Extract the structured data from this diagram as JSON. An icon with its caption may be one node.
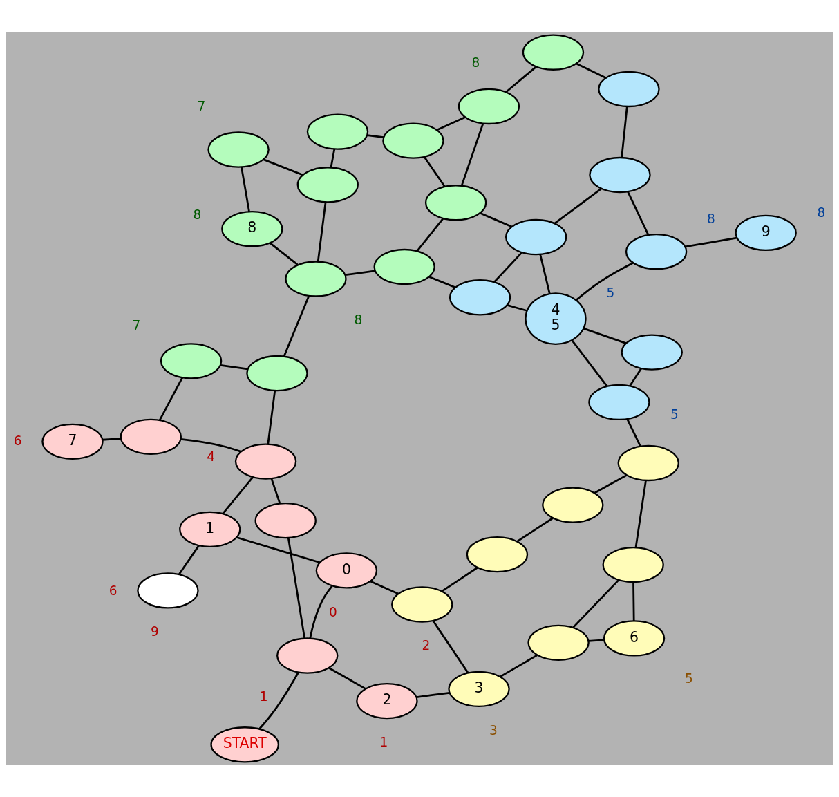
{
  "diagram": {
    "nodes": [
      {
        "text": [
          "START"
        ]
      },
      {
        "text": [],
        "shape": "ellipse"
      },
      {
        "text": [
          "2"
        ]
      },
      {
        "text": [
          "3"
        ]
      },
      {
        "text": [
          "6"
        ]
      },
      {
        "text": [],
        "shape": "ellipse"
      },
      {
        "text": [
          "0"
        ]
      },
      {
        "text": [],
        "shape": "ellipse"
      },
      {
        "text": [],
        "shape": "ellipse"
      },
      {
        "text": [],
        "shape": "ellipse"
      },
      {
        "text": [
          "7"
        ]
      },
      {
        "text": [],
        "shape": "ellipse"
      },
      {
        "text": [],
        "shape": "ellipse"
      },
      {
        "text": [
          "1"
        ]
      },
      {
        "text": [],
        "shape": "ellipse"
      },
      {
        "text": [],
        "shape": "ellipse"
      },
      {
        "text": [],
        "shape": "ellipse"
      },
      {
        "text": [],
        "shape": "ellipse"
      },
      {
        "text": [],
        "shape": "ellipse"
      },
      {
        "text": [],
        "shape": "ellipse"
      },
      {
        "text": [],
        "shape": "ellipse"
      },
      {
        "text": [
          "4",
          "5"
        ]
      },
      {
        "text": [
          "8"
        ]
      },
      {
        "text": [],
        "shape": "ellipse"
      },
      {
        "text": [],
        "shape": "ellipse"
      },
      {
        "text": [],
        "shape": "ellipse"
      },
      {
        "text": [],
        "shape": "ellipse"
      },
      {
        "text": [],
        "shape": "ellipse"
      },
      {
        "text": [],
        "shape": "ellipse"
      },
      {
        "text": [],
        "shape": "ellipse"
      },
      {
        "text": [],
        "shape": "ellipse"
      },
      {
        "text": [],
        "shape": "ellipse"
      },
      {
        "text": [],
        "shape": "ellipse"
      },
      {
        "text": [],
        "shape": "ellipse"
      },
      {
        "text": [],
        "shape": "ellipse"
      },
      {
        "text": [],
        "shape": "ellipse"
      },
      {
        "text": [
          "9"
        ]
      },
      {
        "text": [],
        "shape": "ellipse"
      },
      {
        "text": [],
        "shape": "ellipse"
      }
    ],
    "edges": [
      {
        "from": 0,
        "to": 1,
        "arrow": "none"
      },
      {
        "from": 1,
        "to": 2,
        "arrow": "none"
      },
      {
        "from": 1,
        "to": 5,
        "arrow": "none"
      },
      {
        "from": 1,
        "to": 6,
        "arrow": "none"
      },
      {
        "from": 2,
        "to": 3,
        "arrow": "none"
      },
      {
        "from": 3,
        "to": 7,
        "arrow": "none"
      },
      {
        "from": 3,
        "to": 8,
        "arrow": "none"
      },
      {
        "from": 4,
        "to": 8,
        "arrow": "none"
      },
      {
        "from": 4,
        "to": 9,
        "arrow": "none"
      },
      {
        "from": 8,
        "to": 9,
        "arrow": "none"
      },
      {
        "from": 6,
        "to": 7,
        "arrow": "none"
      },
      {
        "from": 6,
        "to": 13,
        "arrow": "none"
      },
      {
        "from": 5,
        "to": 12,
        "arrow": "none"
      },
      {
        "from": 7,
        "to": 14,
        "arrow": "none"
      },
      {
        "from": 9,
        "to": 16,
        "arrow": "none"
      },
      {
        "from": 10,
        "to": 11,
        "arrow": "none"
      },
      {
        "from": 11,
        "to": 12,
        "arrow": "none"
      },
      {
        "from": 12,
        "to": 13,
        "arrow": "none"
      },
      {
        "from": 13,
        "to": 17,
        "arrow": "none"
      },
      {
        "from": 14,
        "to": 15,
        "arrow": "none"
      },
      {
        "from": 15,
        "to": 16,
        "arrow": "none"
      },
      {
        "from": 16,
        "to": 20,
        "arrow": "none"
      },
      {
        "from": 11,
        "to": 18,
        "arrow": "none"
      },
      {
        "from": 12,
        "to": 19,
        "arrow": "none"
      },
      {
        "from": 18,
        "to": 19,
        "arrow": "none"
      },
      {
        "from": 19,
        "to": 23,
        "arrow": "none"
      },
      {
        "from": 20,
        "to": 21,
        "arrow": "none"
      },
      {
        "from": 20,
        "to": 26,
        "arrow": "none"
      },
      {
        "from": 21,
        "to": 26,
        "arrow": "none"
      },
      {
        "from": 21,
        "to": 25,
        "arrow": "none"
      },
      {
        "from": 21,
        "to": 30,
        "arrow": "none"
      },
      {
        "from": 21,
        "to": 31,
        "arrow": "none"
      },
      {
        "from": 22,
        "to": 23,
        "arrow": "none"
      },
      {
        "from": 22,
        "to": 27,
        "arrow": "none"
      },
      {
        "from": 23,
        "to": 24,
        "arrow": "none"
      },
      {
        "from": 23,
        "to": 28,
        "arrow": "none"
      },
      {
        "from": 24,
        "to": 25,
        "arrow": "none"
      },
      {
        "from": 24,
        "to": 29,
        "arrow": "none"
      },
      {
        "from": 25,
        "to": 30,
        "arrow": "none"
      },
      {
        "from": 27,
        "to": 28,
        "arrow": "none"
      },
      {
        "from": 28,
        "to": 33,
        "arrow": "none"
      },
      {
        "from": 29,
        "to": 30,
        "arrow": "none"
      },
      {
        "from": 29,
        "to": 32,
        "arrow": "none"
      },
      {
        "from": 29,
        "to": 34,
        "arrow": "none"
      },
      {
        "from": 30,
        "to": 35,
        "arrow": "none"
      },
      {
        "from": 31,
        "to": 35,
        "arrow": "none"
      },
      {
        "from": 31,
        "to": 36,
        "arrow": "none"
      },
      {
        "from": 32,
        "to": 33,
        "arrow": "none"
      },
      {
        "from": 32,
        "to": 34,
        "arrow": "none"
      },
      {
        "from": 34,
        "to": 37,
        "arrow": "none"
      },
      {
        "from": 35,
        "to": 38,
        "arrow": "none"
      },
      {
        "from": 37,
        "to": 38,
        "arrow": "none"
      }
    ],
    "labels": [
      "3",
      "1",
      "1",
      "5",
      "6",
      "0",
      "2",
      "6",
      "7",
      "9",
      "4",
      "8",
      "8",
      "5",
      "5",
      "8",
      "8",
      "7",
      "8"
    ]
  }
}
